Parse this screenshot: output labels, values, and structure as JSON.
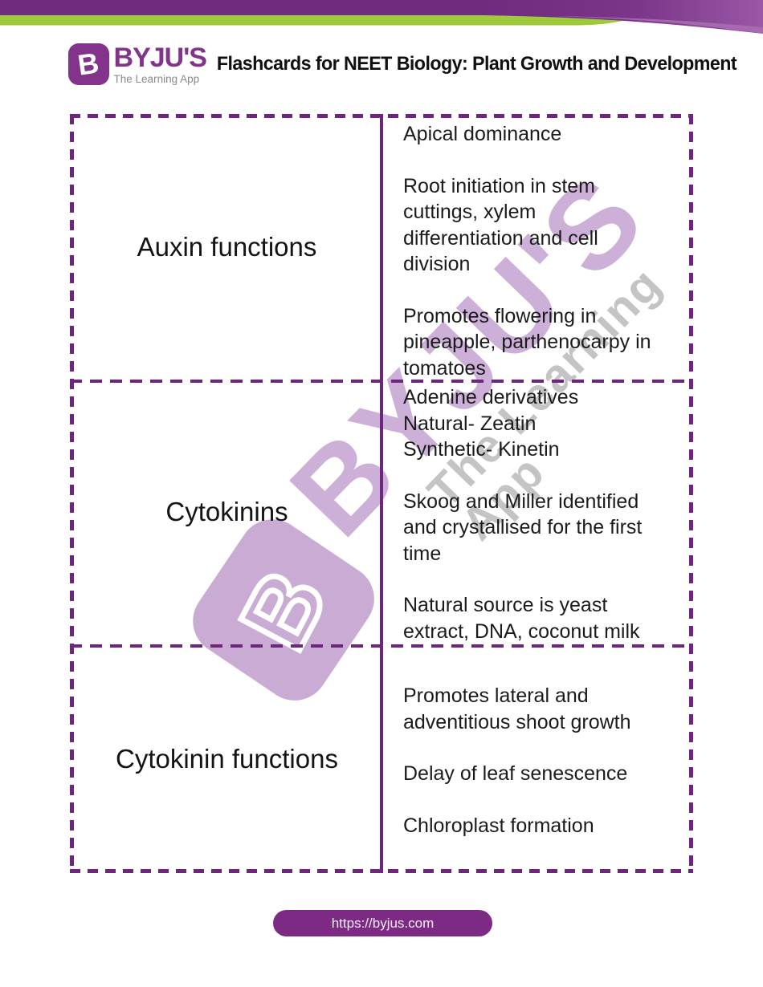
{
  "banner": {
    "purple_dark": "#6f2b7d",
    "purple_light": "#9a58a6",
    "green": "#9dc93a"
  },
  "header": {
    "logo": {
      "badge_letter": "B",
      "brand": "BYJU'S",
      "tagline": "The Learning App"
    },
    "title": "Flashcards for NEET Biology: Plant Growth and Development"
  },
  "flashcards": {
    "rows": [
      {
        "term": "Auxin functions",
        "definition_paragraphs": [
          [
            "Apical dominance"
          ],
          [
            "Root initiation in stem",
            "cuttings, xylem",
            "differentiation and cell",
            "division"
          ],
          [
            "Promotes flowering in",
            "pineapple, parthenocarpy in",
            "tomatoes"
          ]
        ]
      },
      {
        "term": "Cytokinins",
        "definition_paragraphs": [
          [
            "Adenine derivatives",
            "Natural- Zeatin",
            "Synthetic- Kinetin"
          ],
          [
            "Skoog and Miller identified",
            "and crystallised for the first",
            "time"
          ],
          [
            "Natural source is yeast",
            "extract, DNA, coconut milk"
          ]
        ]
      },
      {
        "term": "Cytokinin functions",
        "definition_paragraphs": [
          [
            "Promotes lateral and",
            "adventitious shoot growth"
          ],
          [
            "Delay of leaf senescence"
          ],
          [
            "Chloroplast formation"
          ]
        ]
      }
    ]
  },
  "watermark": {
    "badge_letter": "B",
    "brand": "BYJU'S",
    "tagline": "The Learning App"
  },
  "footer": {
    "url": "https://byjus.com"
  },
  "colors": {
    "border_purple": "#6f2580",
    "brand_purple": "#82348a",
    "footer_purple": "#7d2a85",
    "watermark_purple": "#ccb0d8",
    "text_black": "#1b1b1b"
  }
}
